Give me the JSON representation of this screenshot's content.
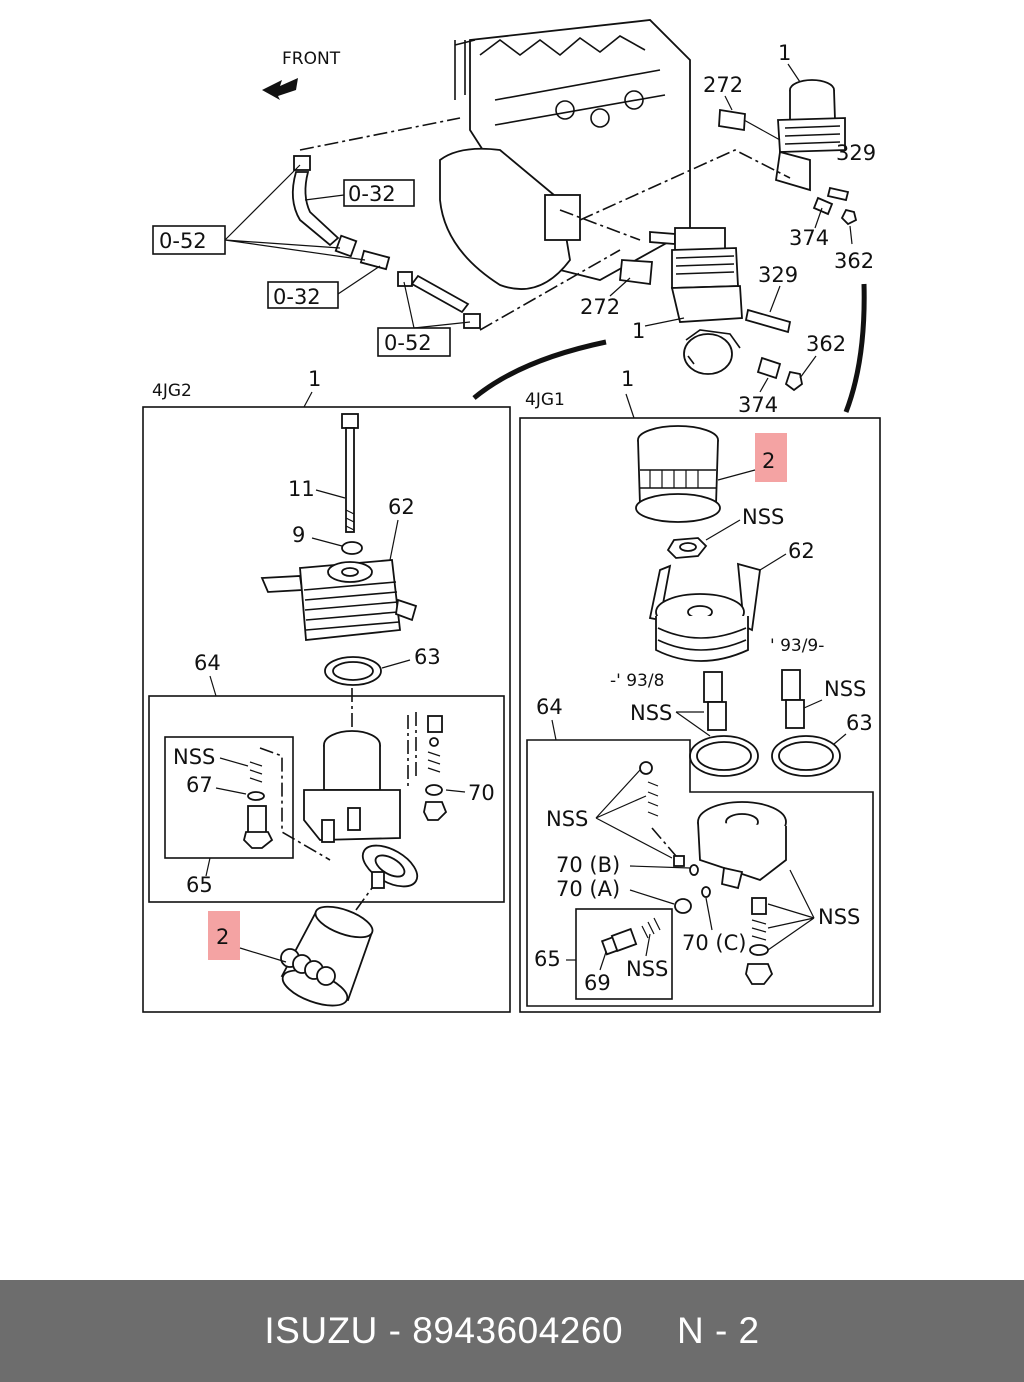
{
  "diagram": {
    "front_label": "FRONT",
    "variant_left": "4JG2",
    "variant_right": "4JG1",
    "top_labels": {
      "ref_052_a": "0-52",
      "ref_032_a": "0-32",
      "ref_032_b": "0-32",
      "ref_052_b": "0-52",
      "p1_top": "1",
      "p272_top": "272",
      "p329_top": "329",
      "p374_top": "374",
      "p362_top": "362",
      "p272_mid": "272",
      "p1_mid": "1",
      "p329_mid": "329",
      "p362_mid": "362",
      "p374_mid": "374"
    },
    "left_panel": {
      "p1": "1",
      "p11": "11",
      "p9": "9",
      "p62": "62",
      "p64": "64",
      "p63": "63",
      "nss": "NSS",
      "p67": "67",
      "p70": "70",
      "p65": "65",
      "p2": "2"
    },
    "right_panel": {
      "p1": "1",
      "p2": "2",
      "nss_top": "NSS",
      "p62": "62",
      "date_from": "' 93/9-",
      "date_to": "-' 93/8",
      "nss_left": "NSS",
      "nss_right": "NSS",
      "p63": "63",
      "p64": "64",
      "nss_mid": "NSS",
      "p70b": "70 (B)",
      "p70a": "70 (A)",
      "p70c": "70 (C)",
      "nss_side": "NSS",
      "p65": "65",
      "p69": "69",
      "nss_bottom": "NSS"
    },
    "colors": {
      "highlight": "#f4a3a3",
      "line": "#111111"
    }
  },
  "footer": {
    "brand": "ISUZU",
    "separator": " - ",
    "part_number": "8943604260",
    "page_ref": "N - 2"
  }
}
